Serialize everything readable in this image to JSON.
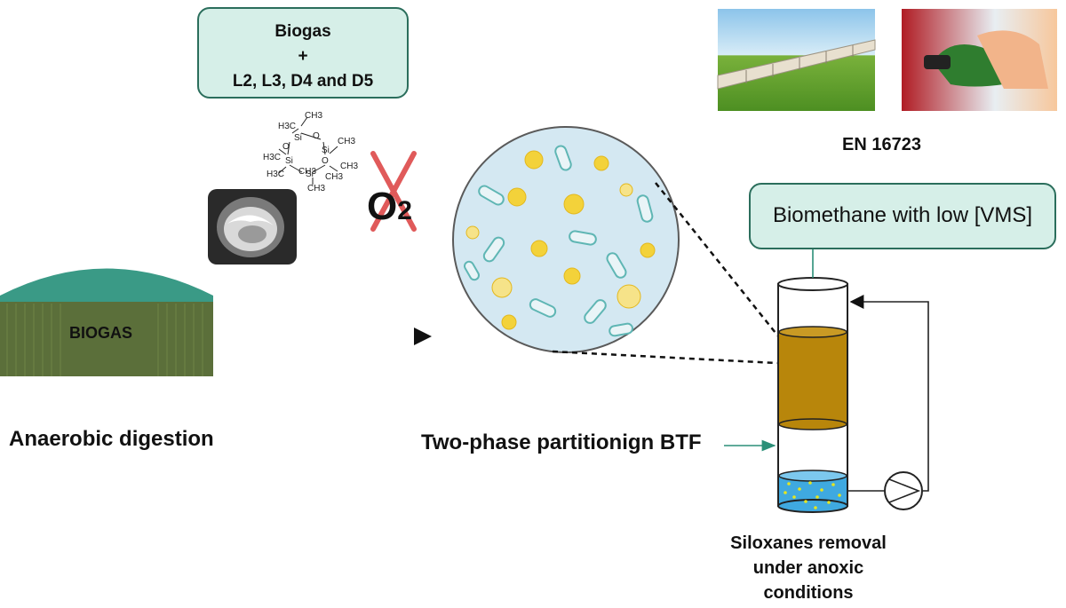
{
  "input_box": {
    "line1": "Biogas",
    "line2": "+",
    "line3": "L2, L3, D4 and D5"
  },
  "product_box": {
    "text": "Biomethane with low [VMS]"
  },
  "standard_label": "EN 16723",
  "digester": {
    "label": "BIOGAS",
    "caption": "Anaerobic digestion"
  },
  "btf_caption": "Two-phase partitionign BTF",
  "removal_caption": {
    "line1": "Siloxanes removal",
    "line2": "under anoxic",
    "line3": "conditions"
  },
  "oxygen_symbol": "O",
  "oxygen_subscript": "2",
  "molecule_atoms": [
    "H3C",
    "CH3",
    "Si",
    "O",
    "Si",
    "CH3",
    "O",
    "CH3",
    "H3C",
    "Si",
    "O",
    "Si",
    "CH3",
    "H3C",
    "CH3",
    "CH3"
  ],
  "colors": {
    "box_fill": "#d6efe8",
    "box_border": "#2b6e5c",
    "digester_dome": "#3a9a86",
    "digester_body": "#5b6f3a",
    "liquid_organic": "#b8860b",
    "liquid_aqueous": "#3fa9e0",
    "cross": "#e05a5a",
    "bacteria_circle": "#d4e8f2"
  }
}
